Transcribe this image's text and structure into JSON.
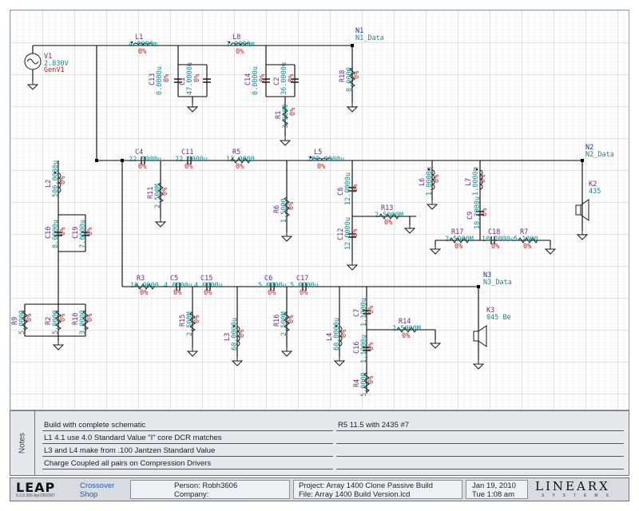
{
  "schematic": {
    "components": [
      {
        "id": "V1",
        "ref": "V1",
        "value": "2.830V",
        "extra": "GenV1"
      },
      {
        "id": "L1",
        "ref": "L1",
        "value": "4.0000m",
        "pct": "0%"
      },
      {
        "id": "L8",
        "ref": "L8",
        "value": "2.0000m",
        "pct": "0%"
      },
      {
        "id": "C13",
        "ref": "C13",
        "value": "0.0000u",
        "pct": "0%"
      },
      {
        "id": "C1",
        "ref": "C1",
        "value": "47.0000u",
        "pct": "0%"
      },
      {
        "id": "C14",
        "ref": "C14",
        "value": "0.0000u",
        "pct": "0%"
      },
      {
        "id": "C2",
        "ref": "C2",
        "value": "36.0000u",
        "pct": "0%"
      },
      {
        "id": "R1",
        "ref": "R1",
        "value": "3.9000",
        "pct": "0%"
      },
      {
        "id": "R18",
        "ref": "R18",
        "value": "8.0000",
        "pct": "0%"
      },
      {
        "id": "C4",
        "ref": "C4",
        "value": "22.0000u",
        "pct": "0%"
      },
      {
        "id": "C11",
        "ref": "C11",
        "value": "22.0000u",
        "pct": "0%"
      },
      {
        "id": "R5",
        "ref": "R5",
        "value": "12.0000",
        "pct": "0%"
      },
      {
        "id": "L5",
        "ref": "L5",
        "value": "100.0000u",
        "pct": "0%"
      },
      {
        "id": "L2",
        "ref": "L2",
        "value": "500.0000u",
        "pct": "0%"
      },
      {
        "id": "R11",
        "ref": "R11",
        "value": "2.500M",
        "pct": "0%"
      },
      {
        "id": "R6",
        "ref": "R6",
        "value": "1.5000",
        "pct": "0%"
      },
      {
        "id": "C8",
        "ref": "C8",
        "value": "12.0000u",
        "pct": "0%"
      },
      {
        "id": "R13",
        "ref": "R13",
        "value": "2.5000M",
        "pct": "0%"
      },
      {
        "id": "C12",
        "ref": "C12",
        "value": "12.0000u",
        "pct": "0%"
      },
      {
        "id": "L6",
        "ref": "L6",
        "value": "1.0000m",
        "pct": "0%"
      },
      {
        "id": "L7",
        "ref": "L7",
        "value": "1.0000m",
        "pct": "0%"
      },
      {
        "id": "C9",
        "ref": "C9",
        "value": "10.2000u",
        "pct": "0%"
      },
      {
        "id": "C10",
        "ref": "C10",
        "value": "8.0000u",
        "pct": "0%"
      },
      {
        "id": "C19",
        "ref": "C19",
        "value": "7.0000u",
        "pct": "0%"
      },
      {
        "id": "R17",
        "ref": "R17",
        "value": "2.5000M",
        "pct": "0%"
      },
      {
        "id": "C18",
        "ref": "C18",
        "value": "10.2000u",
        "pct": "0%"
      },
      {
        "id": "R7",
        "ref": "R7",
        "value": "5.1000",
        "pct": "0%"
      },
      {
        "id": "R3",
        "ref": "R3",
        "value": "10.0000",
        "pct": "0%"
      },
      {
        "id": "C5",
        "ref": "C5",
        "value": "4.0000u",
        "pct": "0%"
      },
      {
        "id": "C15",
        "ref": "C15",
        "value": "4.0000u",
        "pct": "0%"
      },
      {
        "id": "C6",
        "ref": "C6",
        "value": "5.0000u",
        "pct": "0%"
      },
      {
        "id": "C17",
        "ref": "C17",
        "value": "5.0000u",
        "pct": "0%"
      },
      {
        "id": "R15",
        "ref": "R15",
        "value": "2.500M",
        "pct": "0%"
      },
      {
        "id": "L3",
        "ref": "L3",
        "value": "60.0000u",
        "pct": "0%"
      },
      {
        "id": "R16",
        "ref": "R16",
        "value": "2.500M",
        "pct": "0%"
      },
      {
        "id": "L4",
        "ref": "L4",
        "value": "60.0000u",
        "pct": "0%"
      },
      {
        "id": "C7",
        "ref": "C7",
        "value": "1.1200u",
        "pct": "0%"
      },
      {
        "id": "R14",
        "ref": "R14",
        "value": "2.5000M",
        "pct": "0%"
      },
      {
        "id": "C16",
        "ref": "C16",
        "value": "1.1200u",
        "pct": "0%"
      },
      {
        "id": "R4",
        "ref": "R4",
        "value": "5.0000",
        "pct": "0%"
      },
      {
        "id": "R9",
        "ref": "R9",
        "value": "5.0000",
        "pct": "0%"
      },
      {
        "id": "R2",
        "ref": "R2",
        "value": "5.0000",
        "pct": "0%"
      },
      {
        "id": "R10",
        "ref": "R10",
        "value": "3.0000",
        "pct": "0%"
      },
      {
        "id": "K2",
        "ref": "K2",
        "value": "435"
      },
      {
        "id": "K3",
        "ref": "K3",
        "value": "045 Be"
      }
    ],
    "nodes": [
      {
        "id": "N1",
        "name": "N1",
        "label": "N1_Data"
      },
      {
        "id": "N2",
        "name": "N2",
        "label": "N2_Data"
      },
      {
        "id": "N3",
        "name": "N3",
        "label": "N3_Data"
      }
    ]
  },
  "notes": {
    "tab_label": "Notes",
    "left": [
      "Build with complete schematic",
      "L1 4.1 use 4.0 Standard Value \"I\" core DCR matches",
      "L3 and L4 make from .100 Jantzen Standard Value",
      "Charge Coupled all pairs on Compression Drivers"
    ],
    "right": [
      "R5 11.5 with 2435 #7",
      "",
      "",
      ""
    ]
  },
  "titlebar": {
    "logo": "LEAP",
    "version": "5.2.0.306 Apr/28/2007",
    "product_line1": "Crossover",
    "product_line2": "Shop",
    "person": "Person: Robh3606",
    "company": "Company:",
    "project": "Project: Array 1400 Clone Passive Build",
    "file": "File: Array 1400 Build Version.lcd",
    "date": "Jan 19, 2010",
    "time": "Tue  1:08 am",
    "brand": "LINEARX",
    "brand_sub": "SYSTEMS"
  },
  "colors": {
    "wire": "#000000",
    "grid_minor": "#d4d9e0",
    "grid_major": "#b4bcc8",
    "component": "#1a1a1a",
    "ref": "#6a2a8a",
    "value": "#0f8f90",
    "percent": "#c02020",
    "node": "#2a2aa0",
    "note_rule": "#c22a2a"
  }
}
